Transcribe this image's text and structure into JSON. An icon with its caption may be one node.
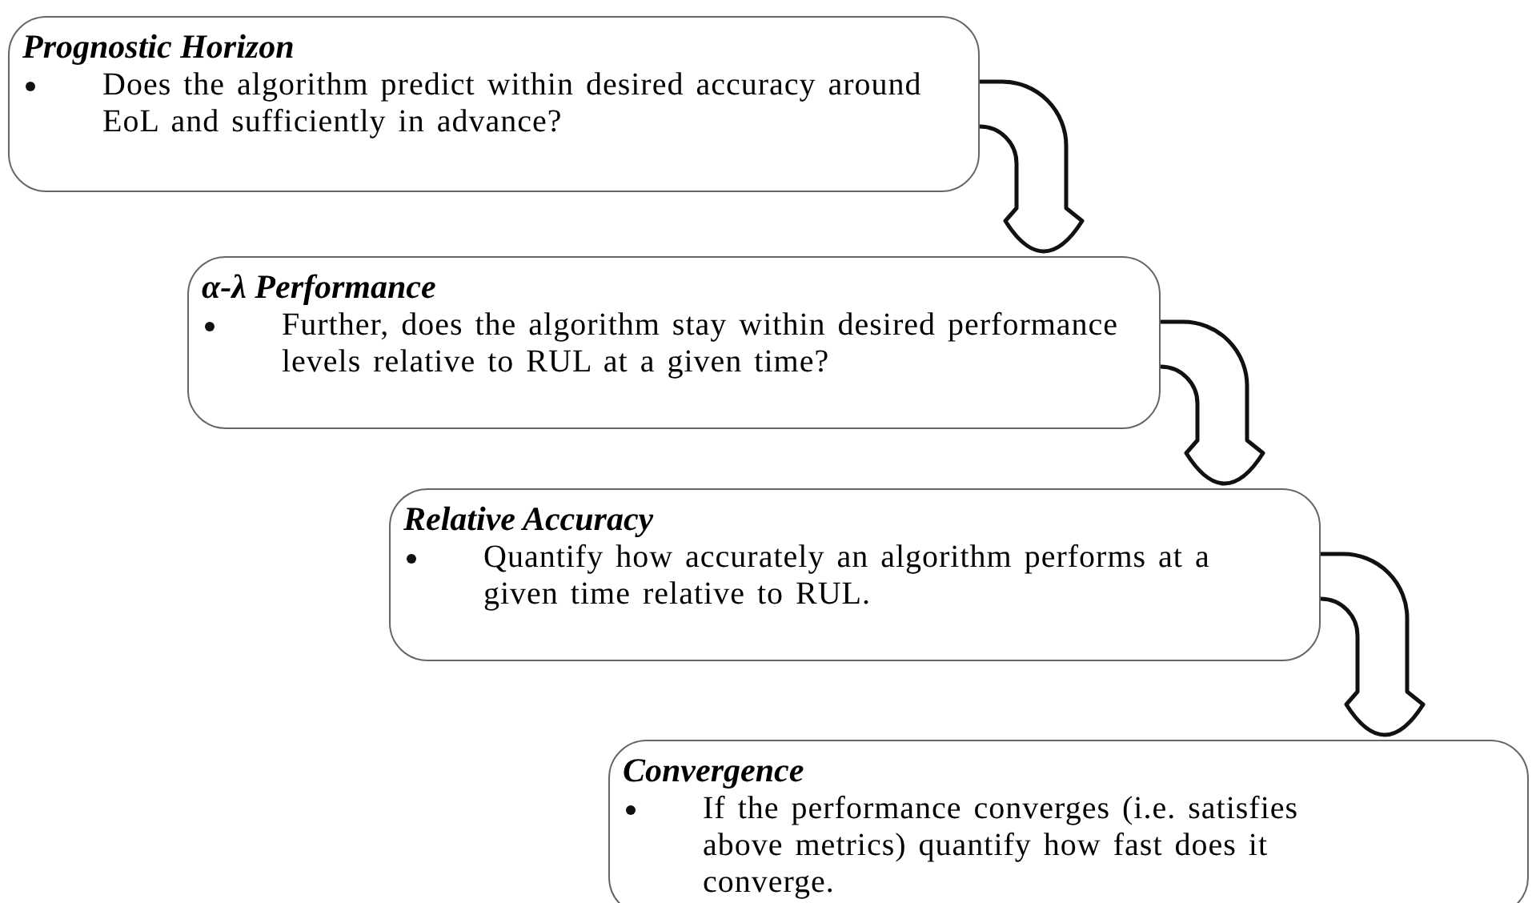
{
  "diagram": {
    "nodes": [
      {
        "text": [
          "Prognostic Horizon",
          "Does the algorithm predict within desired accuracy around EoL and sufficiently in advance?"
        ]
      },
      {
        "text": [
          "α-λ Performance",
          "Further, does the algorithm stay within desired performance levels relative to RUL at a given time?"
        ]
      },
      {
        "text": [
          "Relative Accuracy",
          "Quantify how accurately an algorithm performs at a given time relative to RUL."
        ]
      },
      {
        "text": [
          "Convergence",
          "If the performance converges (i.e. satisfies above metrics) quantify how fast does it converge."
        ]
      }
    ],
    "edges": [
      {
        "from": 0,
        "to": 1,
        "arrow": "to"
      },
      {
        "from": 1,
        "to": 2,
        "arrow": "to"
      },
      {
        "from": 2,
        "to": 3,
        "arrow": "to"
      }
    ]
  }
}
